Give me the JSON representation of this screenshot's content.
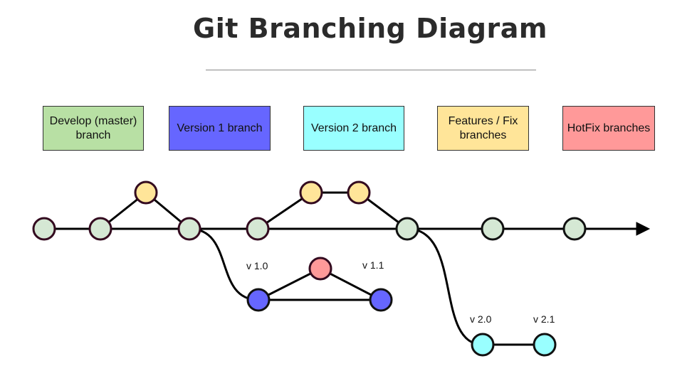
{
  "title": "Git Branching Diagram",
  "legend": [
    {
      "id": "develop",
      "label": "Develop (master) branch",
      "color": "#b8e0a4"
    },
    {
      "id": "v1",
      "label": "Version 1 branch",
      "color": "#6666ff"
    },
    {
      "id": "v2",
      "label": "Version 2 branch",
      "color": "#99ffff"
    },
    {
      "id": "feat",
      "label": "Features / Fix branches",
      "color": "#ffe599"
    },
    {
      "id": "hot",
      "label": "HotFix branches",
      "color": "#ff9999"
    }
  ],
  "version_labels": [
    "v 1.0",
    "v 1.1",
    "v 2.0",
    "v 2.1"
  ],
  "colors": {
    "develop_node": "#d5e8d4",
    "develop_node_outline": "#330a1f",
    "develop_node_outline_later": "#111111",
    "feature_node": "#ffe599",
    "v1_node": "#6666ff",
    "hotfix_node": "#ff9999",
    "v2_node": "#99ffff",
    "line": "#000000"
  }
}
